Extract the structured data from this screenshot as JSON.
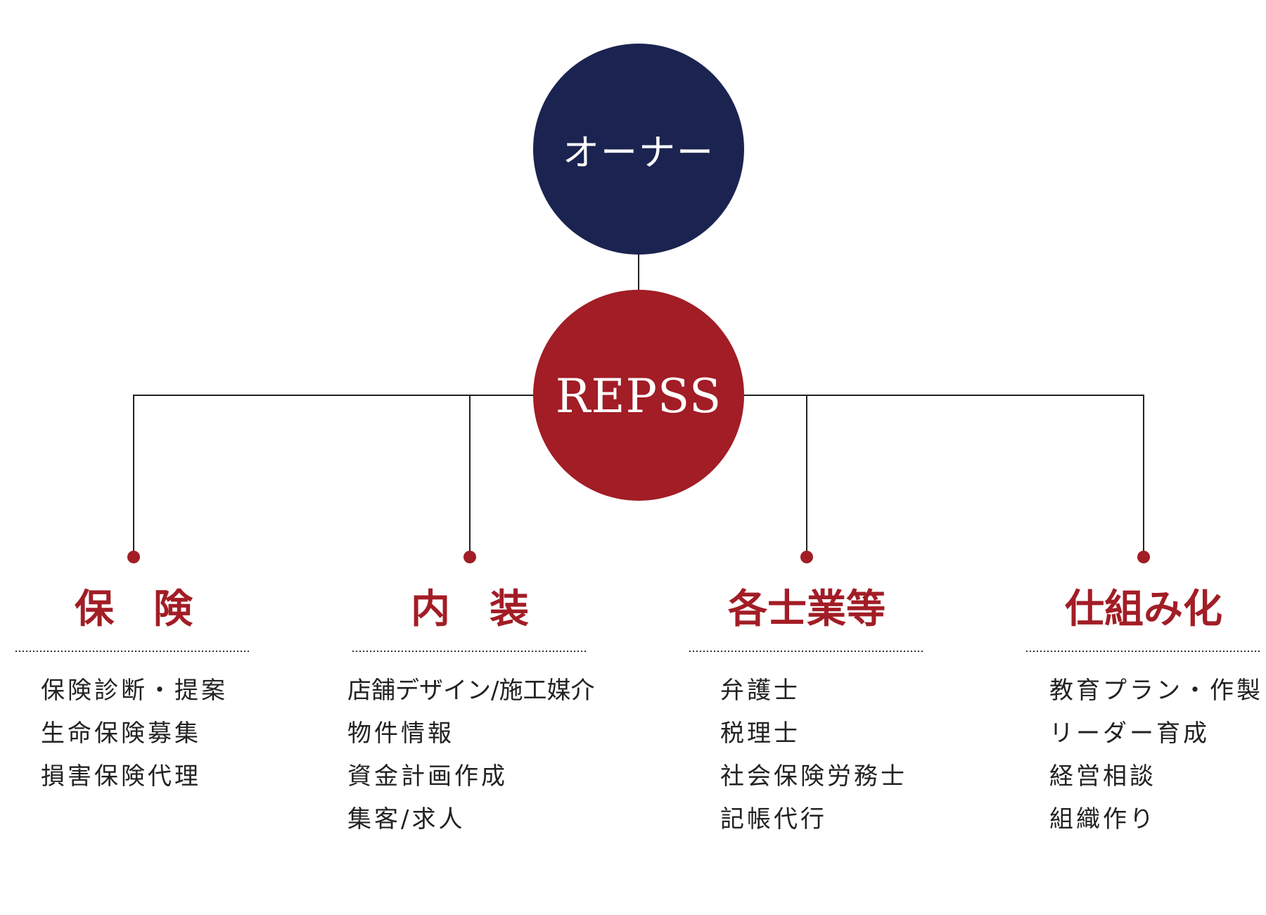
{
  "colors": {
    "owner_fill": "#1b2350",
    "repss_fill": "#a21d26",
    "accent": "#a21d26",
    "line": "#222222",
    "text": "#222222"
  },
  "nodes": {
    "owner": "オーナー",
    "repss": "REPSS"
  },
  "columns": [
    {
      "title": "保　険",
      "items": [
        "保険診断・提案",
        "生命保険募集",
        "損害保険代理"
      ]
    },
    {
      "title": "内　装",
      "items": [
        "店舗デザイン/施工媒介",
        "物件情報",
        "資金計画作成",
        "集客/求人"
      ]
    },
    {
      "title": "各士業等",
      "items": [
        "弁護士",
        "税理士",
        "社会保険労務士",
        "記帳代行"
      ]
    },
    {
      "title": "仕組み化",
      "items": [
        "教育プラン・作製",
        "リーダー育成",
        "経営相談",
        "組織作り"
      ]
    }
  ]
}
